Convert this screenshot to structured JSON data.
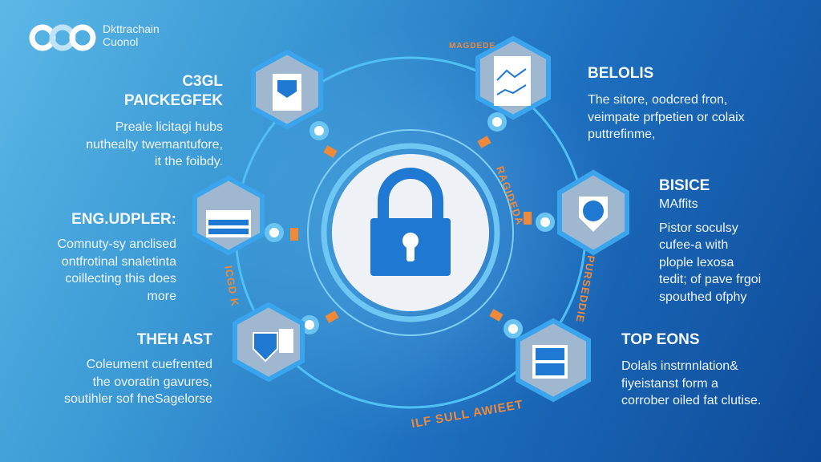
{
  "logo": {
    "line1": "Dkttrachain",
    "line2": "Cuonol"
  },
  "left": [
    {
      "title": [
        "C3GL",
        "PAICKEGFEK"
      ],
      "body": [
        "Preale licitagi hubs",
        "nuthealty twemantufore,",
        "it the foibdy."
      ]
    },
    {
      "title": [
        "ENG.UDPLER:"
      ],
      "body": [
        "Comnuty-sy anclised",
        "ontfrotinal snaletinta",
        "coillecting this does",
        "more"
      ]
    },
    {
      "title": [
        "THEH AST"
      ],
      "body": [
        "Coleument cuefrented",
        "the ovoratin gavures,",
        "soutihler sof fneSagelorse"
      ]
    }
  ],
  "right": [
    {
      "title": [
        "BELOLIS"
      ],
      "body": [
        "The sitore, oodcred fron,",
        "veimpate prfpetien or colaix",
        "puttrefinme,"
      ]
    },
    {
      "title": [
        "BISICE",
        "MAffits"
      ],
      "body": [
        "Pistor soculsy",
        "cufee-a with",
        "plople lexosa",
        "tedit; of pave frgoi",
        "spouthed ofphy"
      ]
    },
    {
      "title": [
        "TOP EONS"
      ],
      "body": [
        "Dolals instrnnlation&",
        "fiyeistanst form a",
        "corrober oiled fat clutise."
      ]
    }
  ],
  "arc_labels": [
    "MAGDEDE",
    "RAGIDEDA",
    "PURSEDDIE",
    "ICGD K",
    "ILF SULL AWIEET"
  ],
  "colors": {
    "accent": "#f08a3a",
    "ring": "#4fc0f5",
    "lock": "#1f78d1"
  }
}
